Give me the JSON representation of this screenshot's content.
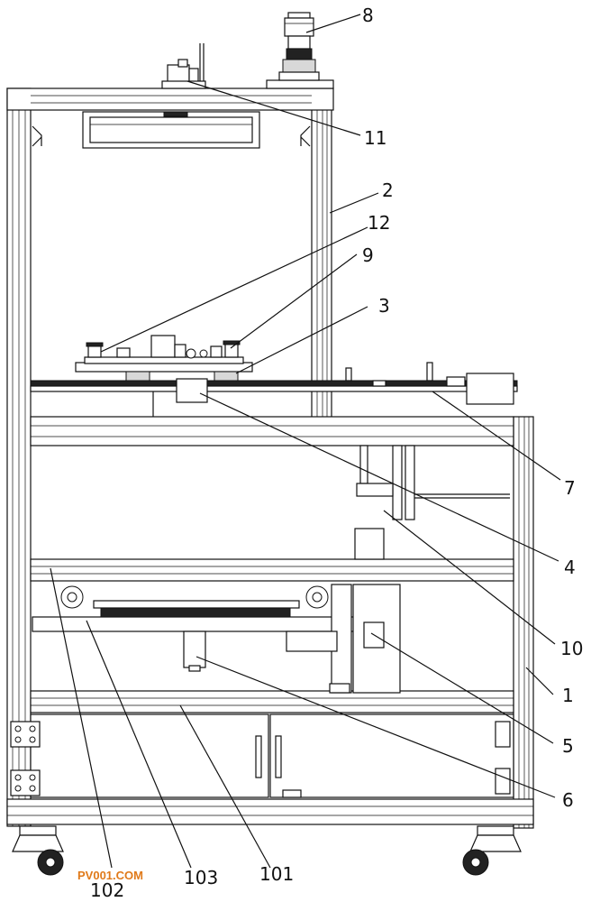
{
  "labels": {
    "l1": "1",
    "l2": "2",
    "l3": "3",
    "l4": "4",
    "l5": "5",
    "l6": "6",
    "l7": "7",
    "l8": "8",
    "l9": "9",
    "l10": "10",
    "l11": "11",
    "l12": "12",
    "l101": "101",
    "l102": "102",
    "l103": "103"
  },
  "watermark": "PV001.COM",
  "colors": {
    "line": "#111111",
    "watermark": "#e07a1a",
    "background": "#ffffff"
  }
}
